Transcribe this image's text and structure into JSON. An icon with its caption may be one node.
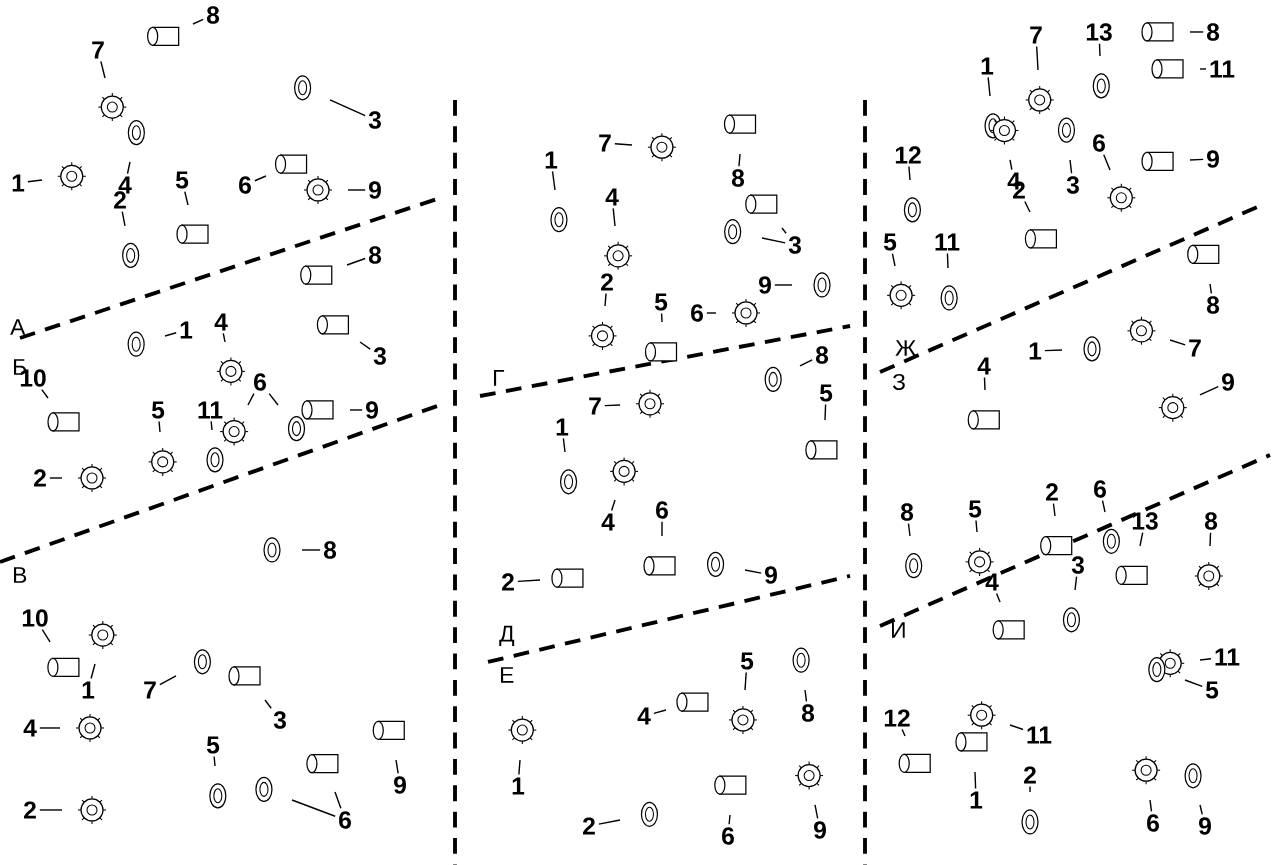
{
  "diagram": {
    "nodes": [
      {
        "text": [
          "8"
        ]
      },
      {
        "text": [
          "7"
        ]
      },
      {
        "text": [
          "3"
        ]
      },
      {
        "text": [
          "5"
        ]
      },
      {
        "text": [
          "1"
        ]
      },
      {
        "text": [
          "4"
        ]
      },
      {
        "text": [
          "6"
        ]
      },
      {
        "text": [
          "9"
        ]
      },
      {
        "text": [
          "2"
        ]
      },
      {
        "text": [
          "8"
        ]
      },
      {
        "text": [
          "4"
        ]
      },
      {
        "text": [
          "1"
        ]
      },
      {
        "text": [
          "10"
        ]
      },
      {
        "text": [
          "6"
        ]
      },
      {
        "text": [
          "3"
        ]
      },
      {
        "text": [
          "5"
        ]
      },
      {
        "text": [
          "11"
        ]
      },
      {
        "text": [
          "9"
        ]
      },
      {
        "text": [
          "2"
        ]
      },
      {
        "text": [
          "8"
        ]
      },
      {
        "text": [
          "10"
        ]
      },
      {
        "text": [
          "1"
        ]
      },
      {
        "text": [
          "7"
        ]
      },
      {
        "text": [
          "3"
        ]
      },
      {
        "text": [
          "4"
        ]
      },
      {
        "text": [
          "5"
        ]
      },
      {
        "text": [
          "9"
        ]
      },
      {
        "text": [
          "2"
        ]
      },
      {
        "text": [
          "6"
        ]
      },
      {
        "text": [
          "7"
        ]
      },
      {
        "text": [
          "1"
        ]
      },
      {
        "text": [
          "8"
        ]
      },
      {
        "text": [
          "4"
        ]
      },
      {
        "text": [
          "3"
        ]
      },
      {
        "text": [
          "2"
        ]
      },
      {
        "text": [
          "9"
        ]
      },
      {
        "text": [
          "5"
        ]
      },
      {
        "text": [
          "6"
        ]
      },
      {
        "text": [
          "8"
        ]
      },
      {
        "text": [
          "5"
        ]
      },
      {
        "text": [
          "7"
        ]
      },
      {
        "text": [
          "1"
        ]
      },
      {
        "text": [
          "6"
        ]
      },
      {
        "text": [
          "4"
        ]
      },
      {
        "text": [
          "9"
        ]
      },
      {
        "text": [
          "2"
        ]
      },
      {
        "text": [
          "5"
        ]
      },
      {
        "text": [
          "8"
        ]
      },
      {
        "text": [
          "4"
        ]
      },
      {
        "text": [
          "1"
        ]
      },
      {
        "text": [
          "2"
        ]
      },
      {
        "text": [
          "6"
        ]
      },
      {
        "text": [
          "9"
        ]
      },
      {
        "text": [
          "13"
        ]
      },
      {
        "text": [
          "8"
        ]
      },
      {
        "text": [
          "7"
        ]
      },
      {
        "text": [
          "1"
        ]
      },
      {
        "text": [
          "11"
        ]
      },
      {
        "text": [
          "6"
        ]
      },
      {
        "text": [
          "12"
        ]
      },
      {
        "text": [
          "9"
        ]
      },
      {
        "text": [
          "4"
        ]
      },
      {
        "text": [
          "3"
        ]
      },
      {
        "text": [
          "2"
        ]
      },
      {
        "text": [
          "5"
        ]
      },
      {
        "text": [
          "11"
        ]
      },
      {
        "text": [
          "8"
        ]
      },
      {
        "text": [
          "7"
        ]
      },
      {
        "text": [
          "1"
        ]
      },
      {
        "text": [
          "4"
        ]
      },
      {
        "text": [
          "9"
        ]
      },
      {
        "text": [
          "6"
        ]
      },
      {
        "text": [
          "2"
        ]
      },
      {
        "text": [
          "5"
        ]
      },
      {
        "text": [
          "8"
        ]
      },
      {
        "text": [
          "13"
        ]
      },
      {
        "text": [
          "8"
        ]
      },
      {
        "text": [
          "3"
        ]
      },
      {
        "text": [
          "4"
        ]
      },
      {
        "text": [
          "11"
        ]
      },
      {
        "text": [
          "5"
        ]
      },
      {
        "text": [
          "12"
        ]
      },
      {
        "text": [
          "11"
        ]
      },
      {
        "text": [
          "2"
        ]
      },
      {
        "text": [
          "1"
        ]
      },
      {
        "text": [
          "6"
        ]
      },
      {
        "text": [
          "9"
        ]
      }
    ],
    "edges": [
      {
        "from": 0,
        "to": null,
        "arrow": "none"
      },
      {
        "from": 1,
        "to": null,
        "arrow": "none"
      },
      {
        "from": 2,
        "to": null,
        "arrow": "none"
      },
      {
        "from": 3,
        "to": null,
        "arrow": "none"
      },
      {
        "from": 4,
        "to": null,
        "arrow": "none"
      },
      {
        "from": 5,
        "to": null,
        "arrow": "none"
      },
      {
        "from": 6,
        "to": null,
        "arrow": "none"
      },
      {
        "from": 7,
        "to": null,
        "arrow": "none"
      },
      {
        "from": 8,
        "to": null,
        "arrow": "none"
      },
      {
        "from": 9,
        "to": null,
        "arrow": "none"
      },
      {
        "from": 10,
        "to": null,
        "arrow": "none"
      },
      {
        "from": 11,
        "to": null,
        "arrow": "none"
      },
      {
        "from": 12,
        "to": null,
        "arrow": "none"
      },
      {
        "from": 13,
        "to": null,
        "arrow": "none"
      },
      {
        "from": 13,
        "to": null,
        "arrow": "none"
      },
      {
        "from": 14,
        "to": null,
        "arrow": "none"
      },
      {
        "from": 15,
        "to": null,
        "arrow": "none"
      },
      {
        "from": 16,
        "to": null,
        "arrow": "none"
      },
      {
        "from": 17,
        "to": null,
        "arrow": "none"
      },
      {
        "from": 18,
        "to": null,
        "arrow": "none"
      },
      {
        "from": 19,
        "to": null,
        "arrow": "none"
      },
      {
        "from": 20,
        "to": null,
        "arrow": "none"
      },
      {
        "from": 21,
        "to": null,
        "arrow": "none"
      },
      {
        "from": 22,
        "to": null,
        "arrow": "none"
      },
      {
        "from": 23,
        "to": null,
        "arrow": "none"
      },
      {
        "from": 24,
        "to": null,
        "arrow": "none"
      },
      {
        "from": 25,
        "to": null,
        "arrow": "none"
      },
      {
        "from": 26,
        "to": null,
        "arrow": "none"
      },
      {
        "from": 27,
        "to": null,
        "arrow": "none"
      },
      {
        "from": 28,
        "to": null,
        "arrow": "none"
      },
      {
        "from": 28,
        "to": null,
        "arrow": "none"
      },
      {
        "from": 29,
        "to": null,
        "arrow": "none"
      },
      {
        "from": 30,
        "to": null,
        "arrow": "none"
      },
      {
        "from": 31,
        "to": null,
        "arrow": "none"
      },
      {
        "from": 32,
        "to": null,
        "arrow": "none"
      },
      {
        "from": 33,
        "to": null,
        "arrow": "none"
      },
      {
        "from": 33,
        "to": null,
        "arrow": "none"
      },
      {
        "from": 34,
        "to": null,
        "arrow": "none"
      },
      {
        "from": 35,
        "to": null,
        "arrow": "none"
      },
      {
        "from": 36,
        "to": null,
        "arrow": "none"
      },
      {
        "from": 37,
        "to": null,
        "arrow": "none"
      },
      {
        "from": 38,
        "to": null,
        "arrow": "none"
      },
      {
        "from": 39,
        "to": null,
        "arrow": "none"
      },
      {
        "from": 40,
        "to": null,
        "arrow": "none"
      },
      {
        "from": 41,
        "to": null,
        "arrow": "none"
      },
      {
        "from": 42,
        "to": null,
        "arrow": "none"
      },
      {
        "from": 43,
        "to": null,
        "arrow": "none"
      },
      {
        "from": 44,
        "to": null,
        "arrow": "none"
      },
      {
        "from": 45,
        "to": null,
        "arrow": "none"
      },
      {
        "from": 46,
        "to": null,
        "arrow": "none"
      },
      {
        "from": 47,
        "to": null,
        "arrow": "none"
      },
      {
        "from": 48,
        "to": null,
        "arrow": "none"
      },
      {
        "from": 49,
        "to": null,
        "arrow": "none"
      },
      {
        "from": 50,
        "to": null,
        "arrow": "none"
      },
      {
        "from": 51,
        "to": null,
        "arrow": "none"
      },
      {
        "from": 52,
        "to": null,
        "arrow": "none"
      },
      {
        "from": 53,
        "to": null,
        "arrow": "none"
      },
      {
        "from": 54,
        "to": null,
        "arrow": "none"
      },
      {
        "from": 55,
        "to": null,
        "arrow": "none"
      },
      {
        "from": 56,
        "to": null,
        "arrow": "none"
      },
      {
        "from": 57,
        "to": null,
        "arrow": "none"
      },
      {
        "from": 58,
        "to": null,
        "arrow": "none"
      },
      {
        "from": 59,
        "to": null,
        "arrow": "none"
      },
      {
        "from": 60,
        "to": null,
        "arrow": "none"
      },
      {
        "from": 61,
        "to": null,
        "arrow": "none"
      },
      {
        "from": 62,
        "to": null,
        "arrow": "none"
      },
      {
        "from": 63,
        "to": null,
        "arrow": "none"
      },
      {
        "from": 64,
        "to": null,
        "arrow": "none"
      },
      {
        "from": 65,
        "to": null,
        "arrow": "none"
      },
      {
        "from": 66,
        "to": null,
        "arrow": "none"
      },
      {
        "from": 67,
        "to": null,
        "arrow": "none"
      },
      {
        "from": 68,
        "to": null,
        "arrow": "none"
      },
      {
        "from": 69,
        "to": null,
        "arrow": "none"
      },
      {
        "from": 70,
        "to": null,
        "arrow": "none"
      },
      {
        "from": 71,
        "to": null,
        "arrow": "none"
      },
      {
        "from": 72,
        "to": null,
        "arrow": "none"
      },
      {
        "from": 73,
        "to": null,
        "arrow": "none"
      },
      {
        "from": 74,
        "to": null,
        "arrow": "none"
      },
      {
        "from": 75,
        "to": null,
        "arrow": "none"
      },
      {
        "from": 76,
        "to": null,
        "arrow": "none"
      },
      {
        "from": 77,
        "to": null,
        "arrow": "none"
      },
      {
        "from": 78,
        "to": null,
        "arrow": "none"
      },
      {
        "from": 79,
        "to": null,
        "arrow": "none"
      },
      {
        "from": 80,
        "to": null,
        "arrow": "none"
      },
      {
        "from": 81,
        "to": null,
        "arrow": "none"
      },
      {
        "from": 82,
        "to": null,
        "arrow": "none"
      },
      {
        "from": 83,
        "to": null,
        "arrow": "none"
      },
      {
        "from": 84,
        "to": null,
        "arrow": "none"
      },
      {
        "from": 85,
        "to": null,
        "arrow": "none"
      },
      {
        "from": 86,
        "to": null,
        "arrow": "none"
      }
    ],
    "labels": [
      "А",
      "Б",
      "В",
      "Г",
      "Д",
      "Е",
      "Ж",
      "З",
      "И"
    ]
  }
}
